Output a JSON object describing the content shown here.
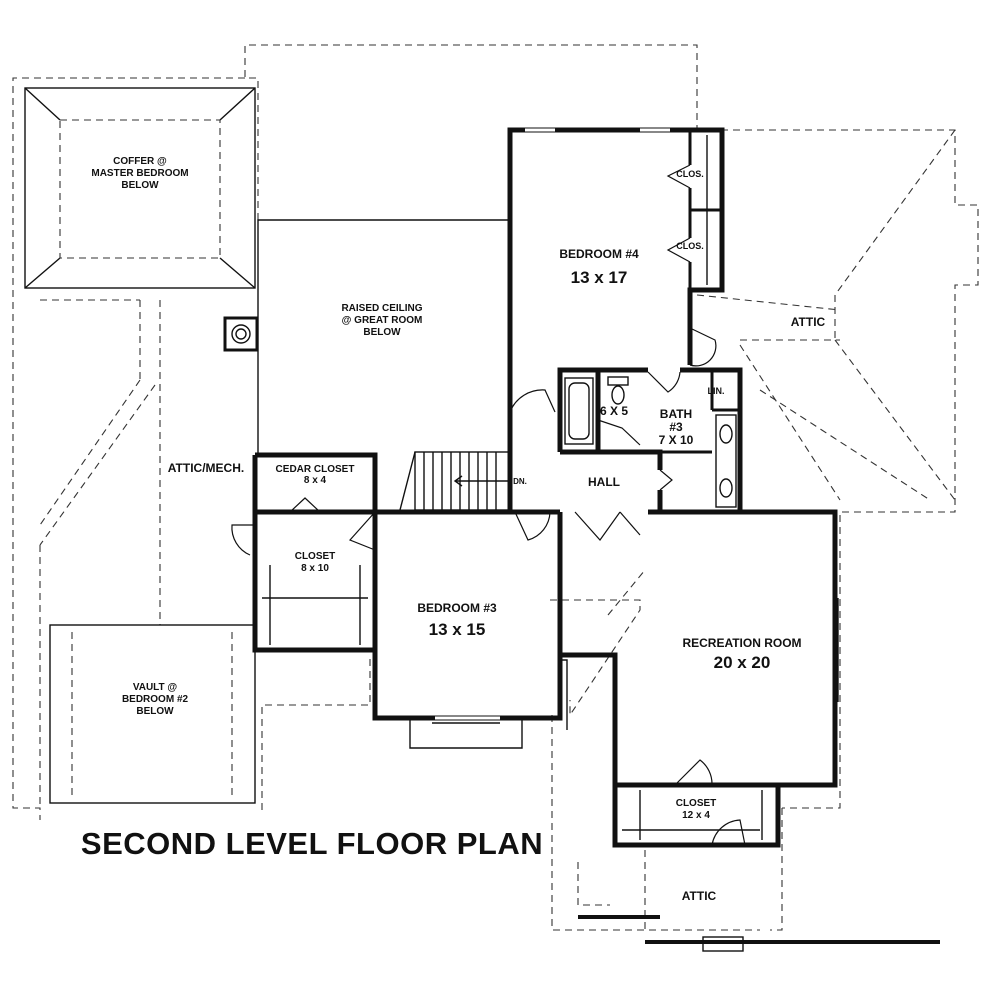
{
  "title": "SECOND LEVEL FLOOR PLAN",
  "labels": {
    "coffer_1": "COFFER @",
    "coffer_2": "MASTER BEDROOM",
    "coffer_3": "BELOW",
    "raised_1": "RAISED CEILING",
    "raised_2": "@ GREAT ROOM",
    "raised_3": "BELOW",
    "bedroom4_name": "BEDROOM #4",
    "bedroom4_size": "13 x 17",
    "clos_1": "CLOS.",
    "clos_2": "CLOS.",
    "attic_right": "ATTIC",
    "lin": "LIN.",
    "bath_size_small": "6 X 5",
    "bath_name": "BATH",
    "bath_num": "#3",
    "bath_size": "7 X 10",
    "hall": "HALL",
    "dn": "DN.",
    "attic_mech": "ATTIC/MECH.",
    "cedar_name": "CEDAR CLOSET",
    "cedar_size": "8 x 4",
    "closet_name": "CLOSET",
    "closet_size": "8 x 10",
    "bedroom3_name": "BEDROOM #3",
    "bedroom3_size": "13 x 15",
    "rec_name": "RECREATION ROOM",
    "rec_size": "20 x 20",
    "vault_1": "VAULT @",
    "vault_2": "BEDROOM #2",
    "vault_3": "BELOW",
    "closet2_name": "CLOSET",
    "closet2_size": "12 x 4",
    "attic_bottom": "ATTIC"
  }
}
